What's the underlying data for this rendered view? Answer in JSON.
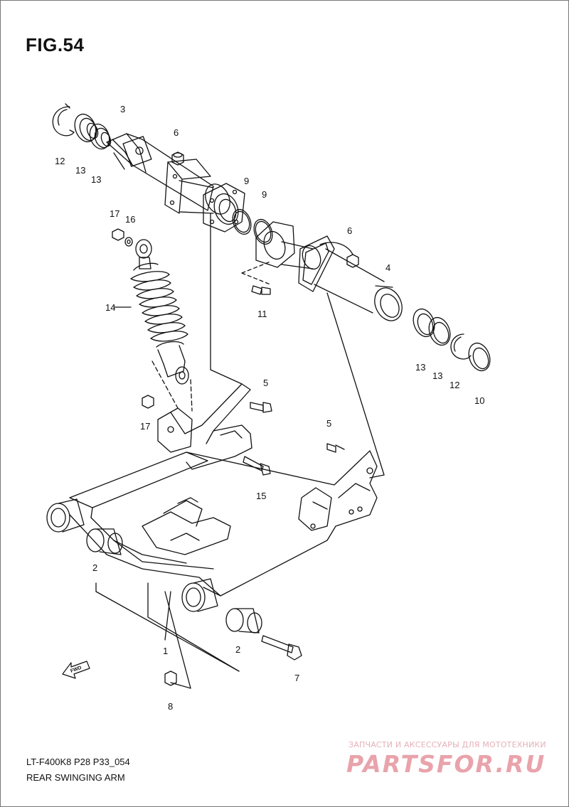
{
  "figure": {
    "title": "FIG.54",
    "code": "LT-F400K8 P28 P33_054",
    "name": "REAR SWINGING ARM"
  },
  "callouts": [
    "3",
    "6",
    "12",
    "13",
    "13",
    "9",
    "9",
    "6",
    "4",
    "17",
    "16",
    "14",
    "11",
    "13",
    "13",
    "12",
    "10",
    "5",
    "17",
    "5",
    "15",
    "2",
    "1",
    "2",
    "7",
    "8"
  ],
  "fwd_icon": "fwd-arrow-icon",
  "watermark": {
    "tagline": "ЗАПЧАСТИ И АКСЕССУАРЫ ДЛЯ МОТОТЕХНИКИ",
    "logo": "PARTSFOR.RU"
  },
  "colors": {
    "line": "#111111",
    "watermark": "#e9a3ab"
  }
}
